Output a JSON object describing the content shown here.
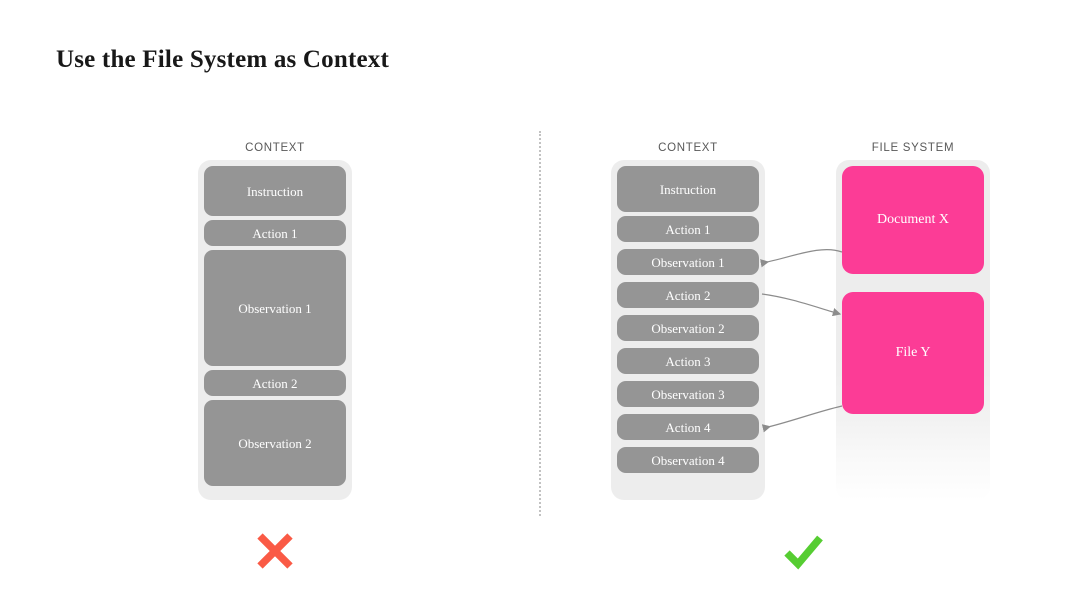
{
  "slide": {
    "title": "Use the File System as Context"
  },
  "left_panel": {
    "context_label": "CONTEXT",
    "verdict_icon": "cross-mark-icon",
    "verdict_color": "#fa5a45",
    "blocks": [
      {
        "label": "Instruction",
        "height": 50
      },
      {
        "label": "Action 1",
        "height": 26
      },
      {
        "label": "Observation 1",
        "height": 116
      },
      {
        "label": "Action 2",
        "height": 26
      },
      {
        "label": "Observation 2",
        "height": 86
      }
    ]
  },
  "right_panel": {
    "context_label": "CONTEXT",
    "filesystem_label": "FILE SYSTEM",
    "verdict_icon": "check-mark-icon",
    "verdict_color": "#56cd32",
    "context_blocks": [
      {
        "label": "Instruction",
        "height": 46
      },
      {
        "label": "Action 1",
        "height": 26
      },
      {
        "label": "Observation 1",
        "height": 26
      },
      {
        "label": "Action 2",
        "height": 26
      },
      {
        "label": "Observation 2",
        "height": 26
      },
      {
        "label": "Action 3",
        "height": 26
      },
      {
        "label": "Observation 3",
        "height": 26
      },
      {
        "label": "Action 4",
        "height": 26
      },
      {
        "label": "Observation 4",
        "height": 26
      }
    ],
    "files": [
      {
        "label": "Document X",
        "height": 108
      },
      {
        "label": "File Y",
        "height": 122
      }
    ],
    "connections": [
      {
        "from": "Document X",
        "to": "Observation 1",
        "direction": "left"
      },
      {
        "from": "Action 2",
        "to": "File Y",
        "direction": "right"
      },
      {
        "from": "File Y",
        "to": "Action 4",
        "direction": "left"
      }
    ]
  },
  "colors": {
    "block_gray": "#959595",
    "container_gray": "#ededed",
    "file_pink": "#fc3c96",
    "arrow_gray": "#8c8c8c",
    "label_gray": "#595959",
    "title_black": "#181818"
  }
}
